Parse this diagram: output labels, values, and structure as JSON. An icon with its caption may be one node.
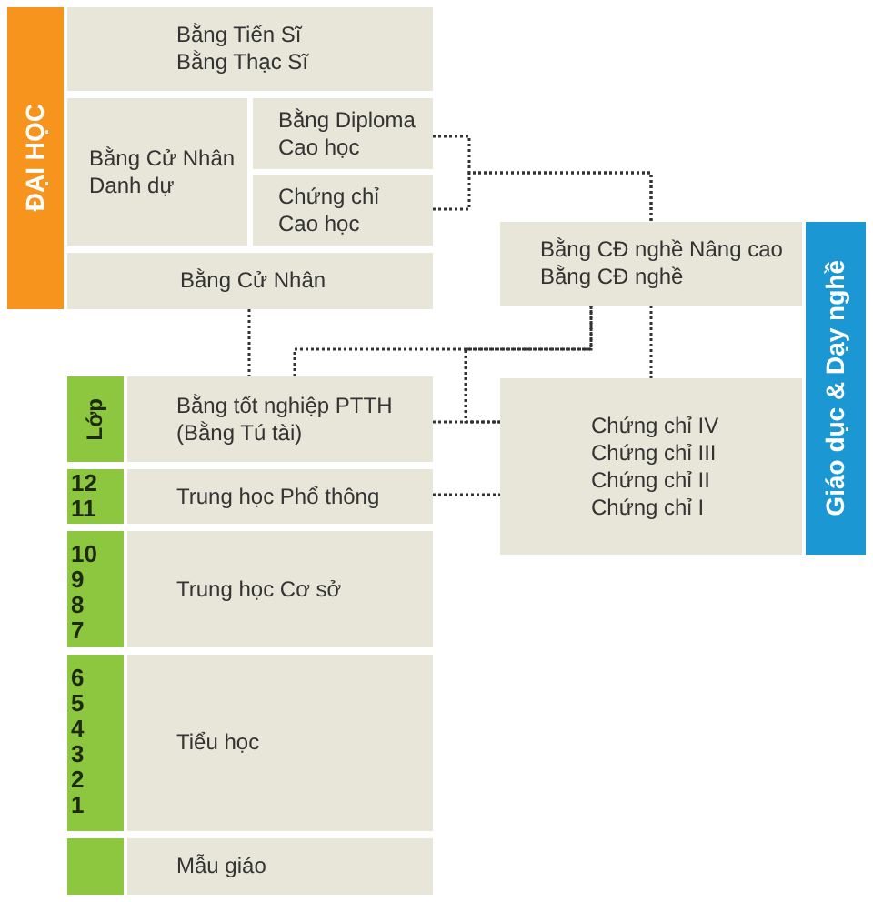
{
  "diagram": {
    "nodes": [
      {
        "text": [
          "ĐẠI HỌC"
        ]
      },
      {
        "text": [
          "Bằng Tiến Sĩ",
          "Bằng Thạc Sĩ"
        ]
      },
      {
        "text": [
          "Bằng Cử Nhân Danh dự"
        ]
      },
      {
        "text": [
          "Bằng Diploma Cao học"
        ]
      },
      {
        "text": [
          "Chứng chỉ Cao học"
        ]
      },
      {
        "text": [
          "Bằng Cử Nhân"
        ]
      },
      {
        "text": [
          "Bằng CĐ nghề Nâng cao",
          "Bằng CĐ nghề"
        ]
      },
      {
        "text": [
          "Giáo dục & Dạy nghề"
        ]
      },
      {
        "text": [
          "Chứng chỉ IV",
          "Chứng chỉ III",
          "Chứng chỉ II",
          "Chứng chỉ I"
        ]
      },
      {
        "text": [
          "Lớp"
        ]
      },
      {
        "text": [
          "Bằng tốt nghiệp PTTH (Bằng Tú tài)"
        ]
      },
      {
        "text": [
          "12",
          "11"
        ]
      },
      {
        "text": [
          "Trung học Phổ thông"
        ]
      },
      {
        "text": [
          "10",
          "9",
          "8",
          "7"
        ]
      },
      {
        "text": [
          "Trung học Cơ sở"
        ]
      },
      {
        "text": [
          "6",
          "5",
          "4",
          "3",
          "2",
          "1"
        ]
      },
      {
        "text": [
          "Tiểu học"
        ]
      },
      {
        "text": [],
        "shape": "box"
      },
      {
        "text": [
          "Mẫu giáo"
        ]
      }
    ],
    "edges": [
      {
        "from": 3,
        "to": 6,
        "arrow": "none",
        "style": "dashed"
      },
      {
        "from": 4,
        "to": 6,
        "arrow": "none",
        "style": "dashed"
      },
      {
        "from": 5,
        "to": 10,
        "arrow": "none",
        "style": "dashed"
      },
      {
        "from": 10,
        "to": 6,
        "arrow": "none",
        "style": "dashed"
      },
      {
        "from": 10,
        "to": 8,
        "arrow": "none",
        "style": "dashed"
      },
      {
        "from": 8,
        "to": 6,
        "arrow": "none",
        "style": "dashed"
      },
      {
        "from": 6,
        "to": 8,
        "arrow": "none",
        "style": "dashed"
      },
      {
        "from": 12,
        "to": 8,
        "arrow": "none",
        "style": "dashed"
      }
    ]
  }
}
